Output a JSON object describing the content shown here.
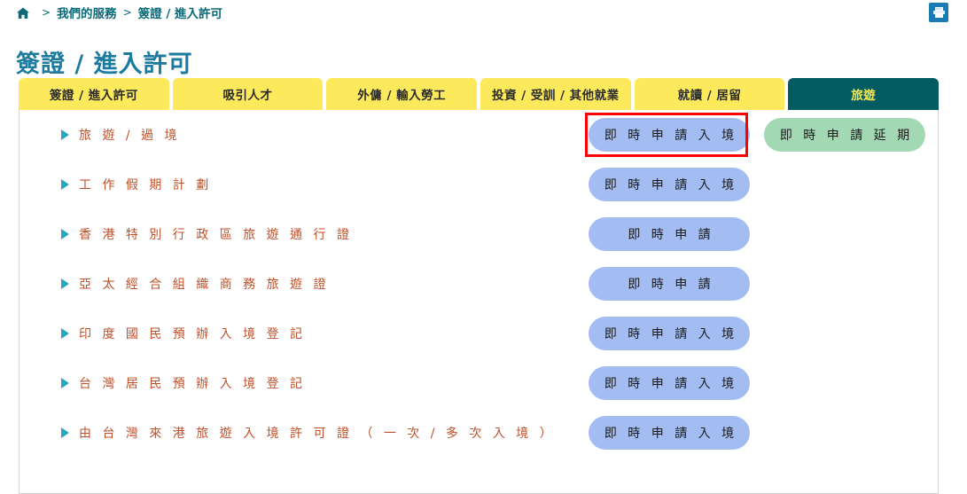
{
  "breadcrumb": {
    "home_icon": "home-icon",
    "separator": ">",
    "items": [
      {
        "label": "我們的服務"
      },
      {
        "label": "簽證 / 進入許可"
      }
    ]
  },
  "toolbar": {
    "print_icon": "print-icon"
  },
  "header": {
    "title": "簽證 / 進入許可"
  },
  "tabs": [
    {
      "label": "簽證 / 進入許可",
      "active": false
    },
    {
      "label": "吸引人才",
      "active": false
    },
    {
      "label": "外傭 / 輸入勞工",
      "active": false
    },
    {
      "label": "投資 / 受訓 / 其他就業",
      "active": false
    },
    {
      "label": "就讀 / 居留",
      "active": false
    },
    {
      "label": "旅遊",
      "active": true
    }
  ],
  "rows": [
    {
      "label": "旅 遊 / 過 境",
      "bullet_icon": "triangle-right-icon",
      "buttons": [
        {
          "label": "即 時 申 請 入 境",
          "style": "blue",
          "highlighted": true
        },
        {
          "label": "即 時 申 請 延 期",
          "style": "green",
          "highlighted": false
        }
      ]
    },
    {
      "label": "工 作 假 期 計 劃",
      "bullet_icon": "triangle-right-icon",
      "buttons": [
        {
          "label": "即 時 申 請 入 境",
          "style": "blue",
          "highlighted": false
        }
      ]
    },
    {
      "label": "香 港 特 別 行 政 區 旅 遊 通 行 證",
      "bullet_icon": "triangle-right-icon",
      "buttons": [
        {
          "label": "即 時 申 請",
          "style": "blue",
          "highlighted": false
        }
      ]
    },
    {
      "label": "亞 太 經 合 組 織 商 務 旅 遊 證",
      "bullet_icon": "triangle-right-icon",
      "buttons": [
        {
          "label": "即 時 申 請",
          "style": "blue",
          "highlighted": false
        }
      ]
    },
    {
      "label": "印 度 國 民 預 辦 入 境 登 記",
      "bullet_icon": "triangle-right-icon",
      "buttons": [
        {
          "label": "即 時 申 請 入 境",
          "style": "blue",
          "highlighted": false
        }
      ]
    },
    {
      "label": "台 灣 居 民 預 辦 入 境 登 記",
      "bullet_icon": "triangle-right-icon",
      "buttons": [
        {
          "label": "即 時 申 請 入 境",
          "style": "blue",
          "highlighted": false
        }
      ]
    },
    {
      "label": "由 台 灣 來 港 旅 遊 入 境 許 可 證 （ 一 次 / 多 次 入 境 ）",
      "bullet_icon": "triangle-right-icon",
      "buttons": [
        {
          "label": "即 時 申 請 入 境",
          "style": "blue",
          "highlighted": false
        }
      ]
    }
  ],
  "colors": {
    "tab_inactive_bg": "#fdea5c",
    "tab_active_bg": "#045c63",
    "tab_active_text": "#f5e84f",
    "title_text": "#1d7ba0",
    "breadcrumb_text": "#0c6a78",
    "row_label_text": "#c0502a",
    "bullet": "#2ba6bd",
    "button_blue": "#a3bdf3",
    "button_green": "#a3d8b4",
    "highlight": "#ff0000"
  },
  "annotation": {
    "highlight_target": "即 時 申 請 入 境",
    "highlight_color": "#ff0000"
  }
}
